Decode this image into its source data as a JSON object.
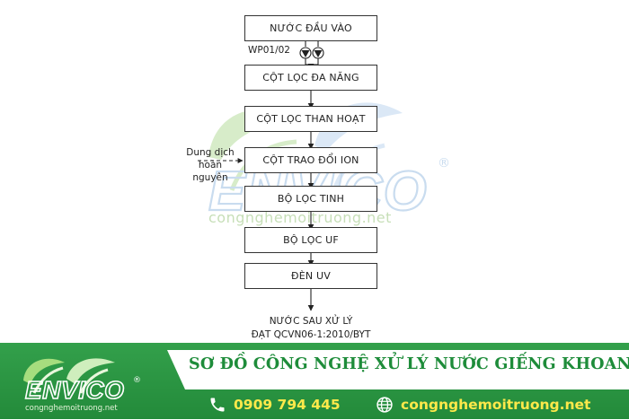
{
  "diagram": {
    "steps": [
      {
        "id": "input",
        "label": "NƯỚC ĐẦU VÀO"
      },
      {
        "id": "multimedia",
        "label": "CỘT LỌC ĐA NĂNG"
      },
      {
        "id": "carbon",
        "label": "CỘT LỌC THAN HOẠT"
      },
      {
        "id": "ion",
        "label": "CỘT TRAO ĐỔI ION"
      },
      {
        "id": "fine",
        "label": "BỘ LỌC TINH"
      },
      {
        "id": "uf",
        "label": "BỘ LỌC UF"
      },
      {
        "id": "uv",
        "label": "ĐÈN UV"
      }
    ],
    "pump_label": "WP01/02",
    "regen_label_line1": "Dung dịch",
    "regen_label_line2": "hoàn nguyên",
    "output_line1": "NƯỚC SAU XỬ LÝ",
    "output_line2": "ĐẠT QCVN06-1:2010/BYT"
  },
  "watermark": {
    "brand": "ENVICO",
    "registered": "®",
    "site": "congnghemoitruong.net"
  },
  "footer": {
    "title": "SƠ ĐỒ CÔNG NGHỆ XỬ LÝ NƯỚC GIẾNG KHOAN",
    "phone": "0909 794 445",
    "website": "congnghemoitruong.net",
    "logo_text": "ENVICO",
    "logo_registered": "®",
    "logo_site": "congnghemoitruong.net"
  },
  "colors": {
    "brand_green": "#238a3a",
    "footer_title": "#1e8c3a",
    "contact_text": "#ffe94a",
    "watermark_blue": "#c9dcef",
    "watermark_green": "#cfe8c0"
  },
  "icons": [
    "pump-icon",
    "phone-icon",
    "globe-icon",
    "leaf-icon"
  ]
}
